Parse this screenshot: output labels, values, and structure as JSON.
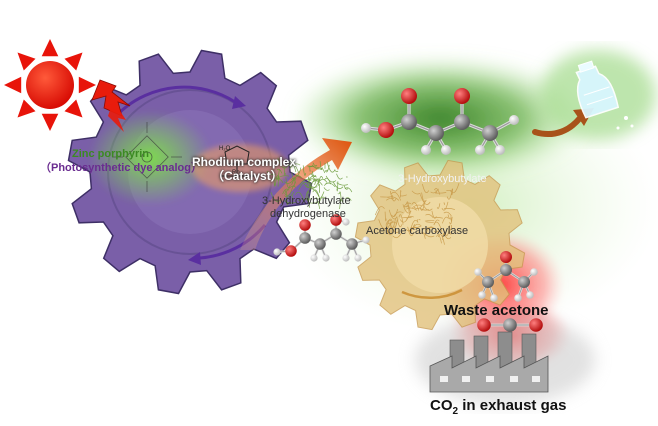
{
  "labels": {
    "zinc_porphyrin": "Zinc porphyrin",
    "zinc_porphyrin_sub": "（Photosynthetic dye analog）",
    "rhodium_complex": "Rhodium complex",
    "rhodium_complex_sub": "（Catalyst）",
    "hbd_line1": "3-Hydroxybutylate",
    "hbd_line2": "dehydrogenase",
    "hydroxybutylate": "3-Hydroxybutylate",
    "acetone_carboxylase": "Acetone carboxylase",
    "waste_acetone": "Waste acetone",
    "co2_prefix": "CO",
    "co2_subscript": "2",
    "co2_suffix": " in exhaust gas",
    "catalyst_atom_rh": "Rh",
    "catalyst_atom_h2o": "H₂O"
  },
  "colors": {
    "sun": "#e8140a",
    "purple_gear": "#7a5fa8",
    "tan_gear": "#e2c27c",
    "green_glow": "#3f8a2a",
    "red_glow": "#ff3030",
    "arrow_orange": "#e0661a",
    "oxygen": "#d81c1c",
    "carbon": "#8a8a8a",
    "hydrogen": "#f4f4f4"
  },
  "icons": [
    "sun-icon",
    "lightning-icon",
    "purple-gear-icon",
    "tan-gear-icon",
    "plastic-bottle-icon",
    "factory-icon",
    "rhodium-catalyst-structure-icon",
    "enzyme-blob-icon"
  ]
}
